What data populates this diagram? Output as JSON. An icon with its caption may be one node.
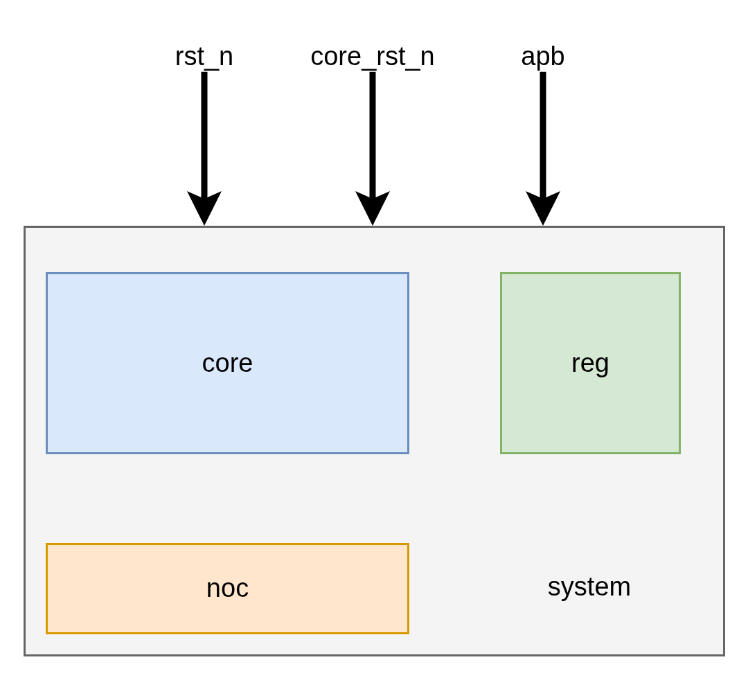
{
  "diagram": {
    "nodes": [
      {
        "text": [
          "rst_n"
        ]
      },
      {
        "text": [
          "core_rst_n"
        ]
      },
      {
        "text": [
          "apb"
        ]
      },
      {
        "text": [
          "system"
        ]
      },
      {
        "text": [
          "core"
        ],
        "in": 3
      },
      {
        "text": [
          "reg"
        ],
        "in": 3
      },
      {
        "text": [
          "noc"
        ],
        "in": 3
      }
    ],
    "edges": [
      {
        "from": 0,
        "to": 3,
        "arrow": "to"
      },
      {
        "from": 1,
        "to": 3,
        "arrow": "to"
      },
      {
        "from": 2,
        "to": 3,
        "arrow": "to"
      }
    ]
  }
}
